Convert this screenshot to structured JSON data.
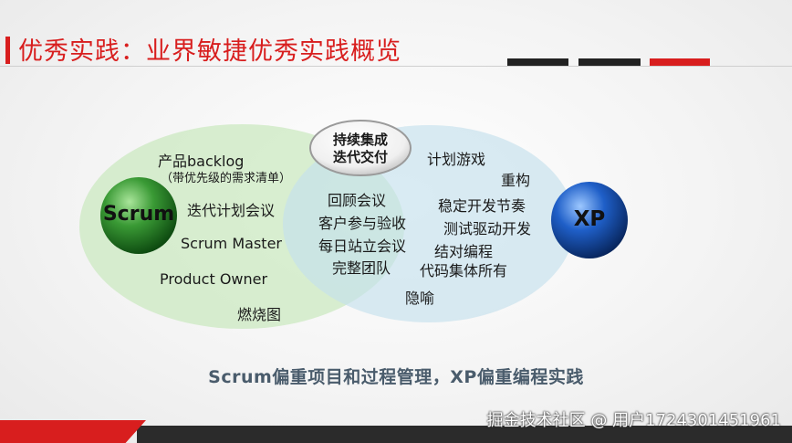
{
  "title": "优秀实践：业界敏捷优秀实践概览",
  "badge": {
    "line1": "持续集成",
    "line2": "迭代交付"
  },
  "scrum": {
    "name": "Scrum",
    "items": [
      "产品backlog",
      "（带优先级的需求清单）",
      "迭代计划会议",
      "Scrum Master",
      "Product Owner",
      "燃烧图"
    ]
  },
  "shared": {
    "items": [
      "回顾会议",
      "客户参与验收",
      "每日站立会议",
      "完整团队"
    ]
  },
  "xp": {
    "name": "XP",
    "items": [
      "计划游戏",
      "重构",
      "稳定开发节奏",
      "测试驱动开发",
      "结对编程",
      "代码集体所有",
      "隐喻"
    ]
  },
  "summary": "Scrum偏重项目和过程管理，XP偏重编程实践",
  "watermark": "掘金技术社区 @ 用户1724301451961",
  "colors": {
    "accent": "#d81e1e",
    "scrum_circle": "#c9e8bd",
    "xp_circle": "#c4e1ec",
    "scrum_ball": "#2d8a2a",
    "xp_ball": "#1c56b8"
  }
}
